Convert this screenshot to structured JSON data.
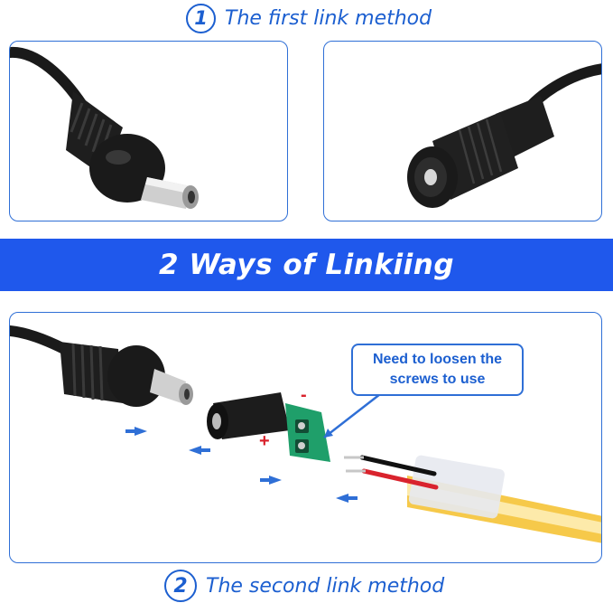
{
  "heading_first": {
    "number": "1",
    "label": "The first link method"
  },
  "banner": {
    "title": "2 Ways of Linkiing"
  },
  "callout": {
    "line1": "Need to loosen the",
    "line2": "screws to use"
  },
  "heading_second": {
    "number": "2",
    "label": "The second link method"
  },
  "connector_marks": {
    "minus": "-",
    "plus": "+"
  },
  "colors": {
    "accent": "#1c5fd0",
    "banner": "#1f58ec",
    "terminal": "#1f9f6a",
    "strip": "#f6c94a"
  }
}
